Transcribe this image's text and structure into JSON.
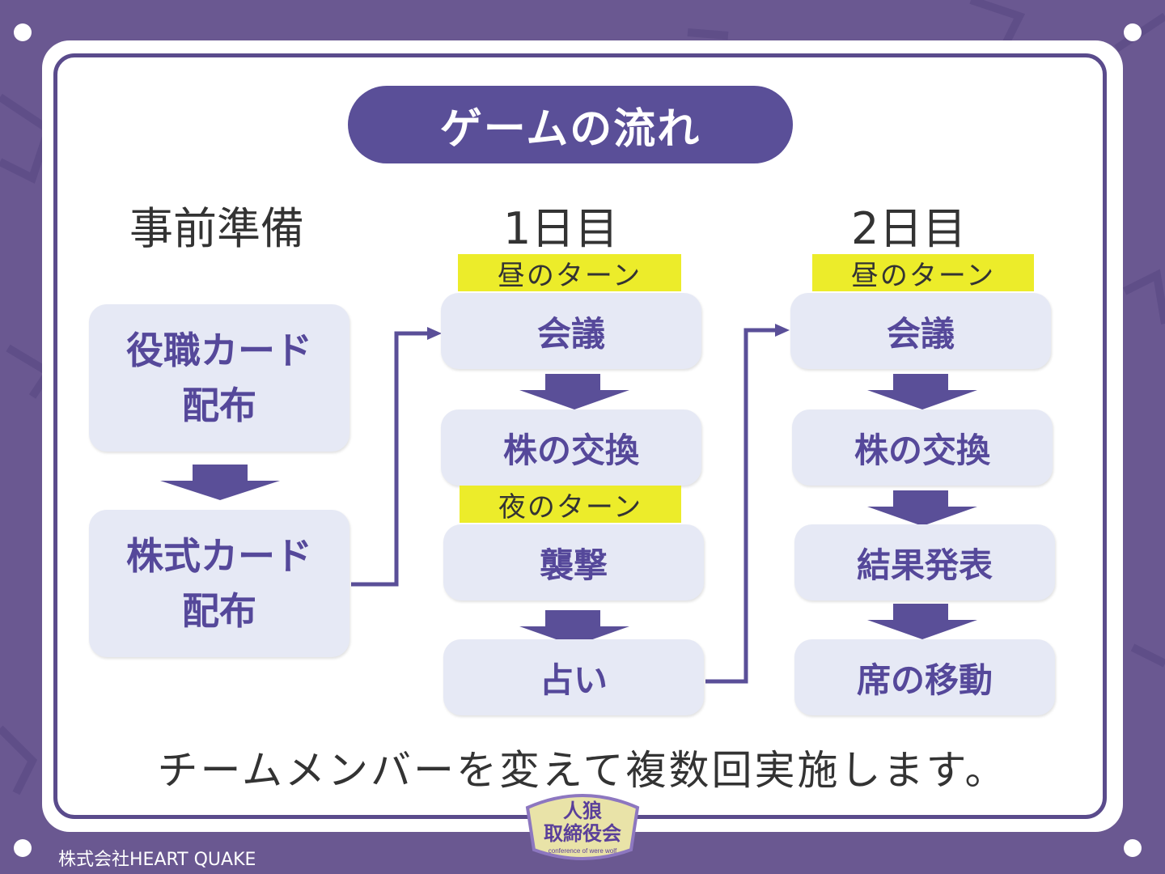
{
  "title": "ゲームの流れ",
  "columns": {
    "prep": {
      "heading": "事前準備",
      "steps": [
        "役職カード\n配布",
        "株式カード\n配布"
      ]
    },
    "day1": {
      "heading": "1日目",
      "day_turn_label": "昼のターン",
      "night_turn_label": "夜のターン",
      "steps": [
        "会議",
        "株の交換",
        "襲撃",
        "占い"
      ]
    },
    "day2": {
      "heading": "2日目",
      "day_turn_label": "昼のターン",
      "steps": [
        "会議",
        "株の交換",
        "結果発表",
        "席の移動"
      ]
    }
  },
  "footer_note": "チームメンバーを変えて複数回実施します。",
  "company": "株式会社HEART QUAKE",
  "logo": {
    "line1": "人狼",
    "line2": "取締役会",
    "tagline": "conference of were wolf"
  },
  "colors": {
    "background": "#6a5891",
    "accent": "#5a4f98",
    "box_fill": "#e6e9f5",
    "tag_yellow": "#ecec2a"
  }
}
